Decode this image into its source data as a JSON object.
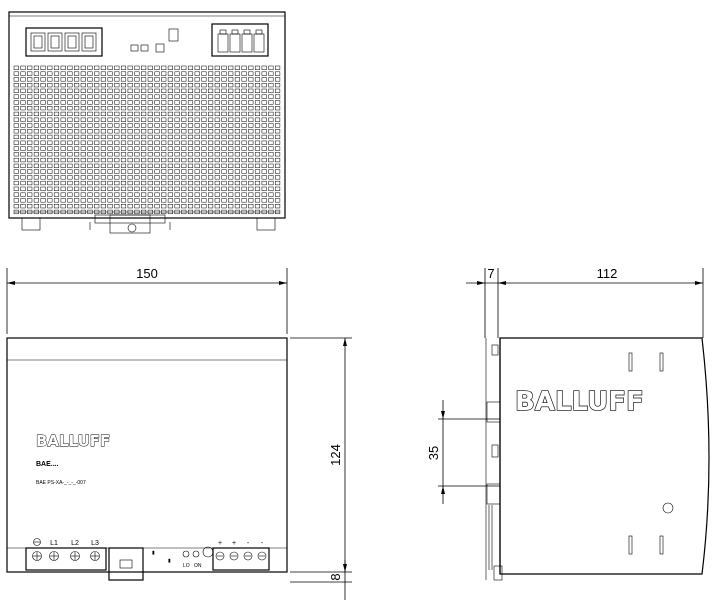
{
  "dimensions": {
    "front_width": "150",
    "front_height": "124",
    "front_rail_offset": "8",
    "side_rail_offset": "7",
    "side_depth": "112",
    "side_rail_span": "35"
  },
  "front_labels": {
    "brand": "BALLUFF",
    "model_line": "BAE....",
    "part_number_line": "BAE PS-XA-_-_-_-007",
    "terminal_l1": "L1",
    "terminal_l2": "L2",
    "terminal_l3": "L3",
    "terminal_plus_1": "+",
    "terminal_plus_2": "+",
    "terminal_minus_1": "-",
    "terminal_minus_2": "-",
    "led_lo": "LO",
    "led_on": "ON"
  },
  "side_labels": {
    "brand": "BALLUFF"
  }
}
